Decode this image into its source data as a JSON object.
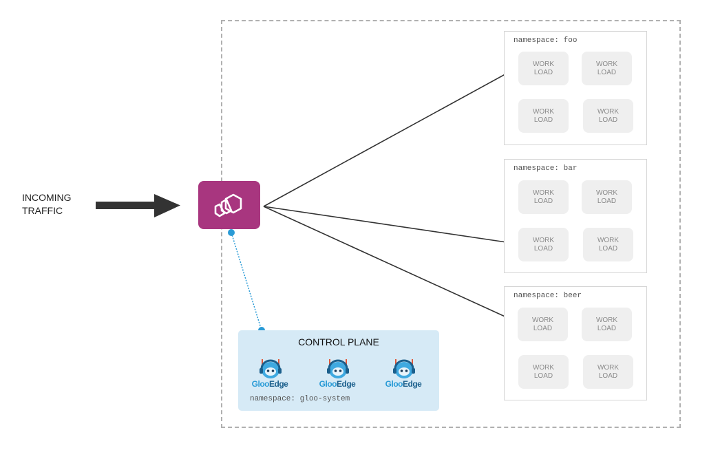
{
  "incoming": {
    "line1": "INCOMING",
    "line2": "TRAFFIC"
  },
  "namespaces": [
    {
      "label": "namespace: foo",
      "workloads": [
        {
          "l1": "WORK",
          "l2": "LOAD"
        },
        {
          "l1": "WORK",
          "l2": "LOAD"
        },
        {
          "l1": "WORK",
          "l2": "LOAD"
        },
        {
          "l1": "WORK",
          "l2": "LOAD"
        }
      ]
    },
    {
      "label": "namespace: bar",
      "workloads": [
        {
          "l1": "WORK",
          "l2": "LOAD"
        },
        {
          "l1": "WORK",
          "l2": "LOAD"
        },
        {
          "l1": "WORK",
          "l2": "LOAD"
        },
        {
          "l1": "WORK",
          "l2": "LOAD"
        }
      ]
    },
    {
      "label": "namespace: beer",
      "workloads": [
        {
          "l1": "WORK",
          "l2": "LOAD"
        },
        {
          "l1": "WORK",
          "l2": "LOAD"
        },
        {
          "l1": "WORK",
          "l2": "LOAD"
        },
        {
          "l1": "WORK",
          "l2": "LOAD"
        }
      ]
    }
  ],
  "control_plane": {
    "title": "CONTROL PLANE",
    "namespace": "namespace: gloo-system",
    "logos": [
      {
        "part1": "Gloo",
        "part2": "Edge"
      },
      {
        "part1": "Gloo",
        "part2": "Edge"
      },
      {
        "part1": "Gloo",
        "part2": "Edge"
      }
    ]
  },
  "colors": {
    "proxy": "#a8367f",
    "control_plane_bg": "#d6eaf6",
    "connector": "#2a9bd6",
    "arrow": "#333333",
    "gloo_light": "#2a9bd6",
    "gloo_dark": "#1b5f8c"
  },
  "icons": {
    "proxy": "envoy-hexagon-icon",
    "gloo": "gloo-mascot-icon"
  }
}
